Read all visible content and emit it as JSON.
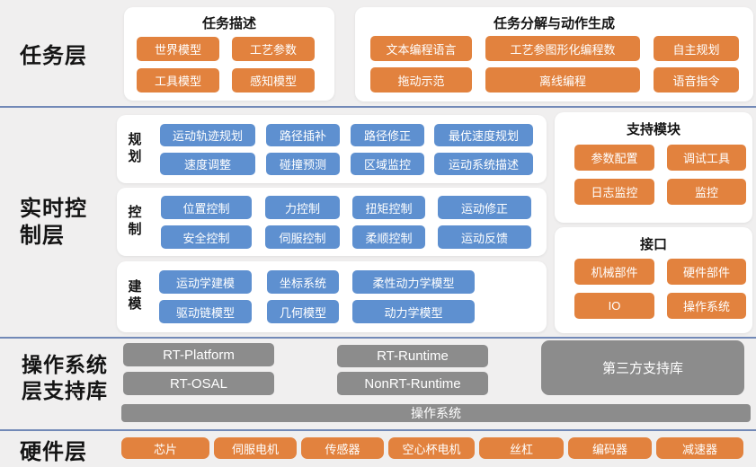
{
  "diagram": {
    "colors": {
      "background": "#F0EFEF",
      "panel": "#FFFFFF",
      "orange_node": "#E2823E",
      "blue_node": "#5E90D0",
      "gray_node": "#8C8C8C",
      "divider": "#7289B7"
    },
    "layers": [
      {
        "label": "任务层",
        "panels": [
          {
            "title": "任务描述",
            "items": [
              "世界模型",
              "工艺参数",
              "工具模型",
              "感知模型"
            ]
          },
          {
            "title": "任务分解与动作生成",
            "items": [
              "文本编程语言",
              "工艺参图形化编程数",
              "自主规划",
              "拖动示范",
              "离线编程",
              "语音指令"
            ]
          }
        ]
      },
      {
        "label": "实时控制层",
        "groups": [
          {
            "label": "规划",
            "items": [
              "运动轨迹规划",
              "路径插补",
              "路径修正",
              "最优速度规划",
              "速度调整",
              "碰撞预测",
              "区域监控",
              "运动系统描述"
            ]
          },
          {
            "label": "控制",
            "items": [
              "位置控制",
              "力控制",
              "扭矩控制",
              "运动修正",
              "安全控制",
              "伺服控制",
              "柔顺控制",
              "运动反馈"
            ]
          },
          {
            "label": "建模",
            "items": [
              "运动学建模",
              "坐标系统",
              "柔性动力学模型",
              "驱动链模型",
              "几何模型",
              "动力学模型"
            ]
          }
        ],
        "side_panels": [
          {
            "title": "支持模块",
            "items": [
              "参数配置",
              "调试工具",
              "日志监控",
              "监控"
            ]
          },
          {
            "title": "接口",
            "items": [
              "机械部件",
              "硬件部件",
              "IO",
              "操作系统"
            ]
          }
        ]
      },
      {
        "label": "操作系统层支持库",
        "items": [
          "RT-Platform",
          "RT-OSAL",
          "RT-Runtime",
          "NonRT-Runtime",
          "第三方支持库",
          "操作系统"
        ]
      },
      {
        "label": "硬件层",
        "items": [
          "芯片",
          "伺服电机",
          "传感器",
          "空心杯电机",
          "丝杠",
          "编码器",
          "减速器"
        ]
      }
    ]
  }
}
